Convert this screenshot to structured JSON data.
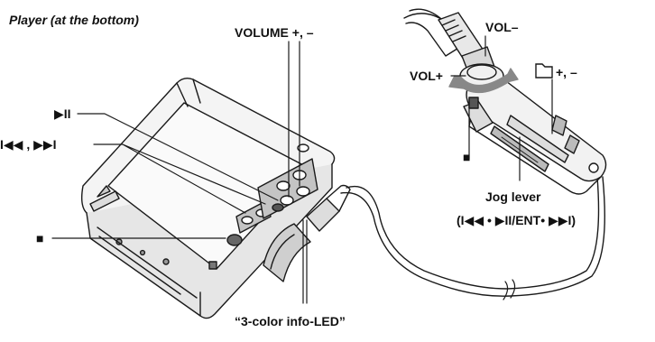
{
  "caption": "Player (at the bottom)",
  "labels": {
    "volume": "VOLUME +, –",
    "play_pause": "▶II",
    "prev_next": "I◀◀ , ▶▶I",
    "stop_player": "■",
    "info_led": "“3-color info-LED”",
    "vol_minus": "VOL–",
    "vol_plus": "VOL+",
    "folder_plus_minus": "+, –",
    "stop_remote": "■",
    "jog_lever": "Jog lever",
    "jog_lever_functions": "(I◀◀ • ▶II/ENT• ▶▶I)"
  },
  "icons": {
    "folder": "folder-icon"
  },
  "colors": {
    "line": "#1a1a1a",
    "body_fill": "#f2f2f2",
    "panel_fill": "#bdbdbd"
  }
}
